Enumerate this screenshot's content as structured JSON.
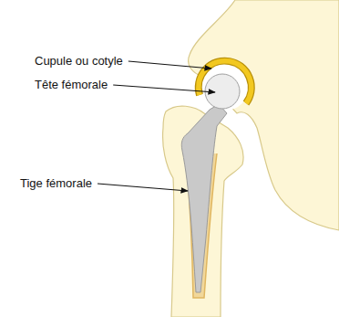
{
  "diagram": {
    "labels": [
      "Cupule ou cotyle",
      "Tête fémorale",
      "Tige fémorale"
    ]
  }
}
